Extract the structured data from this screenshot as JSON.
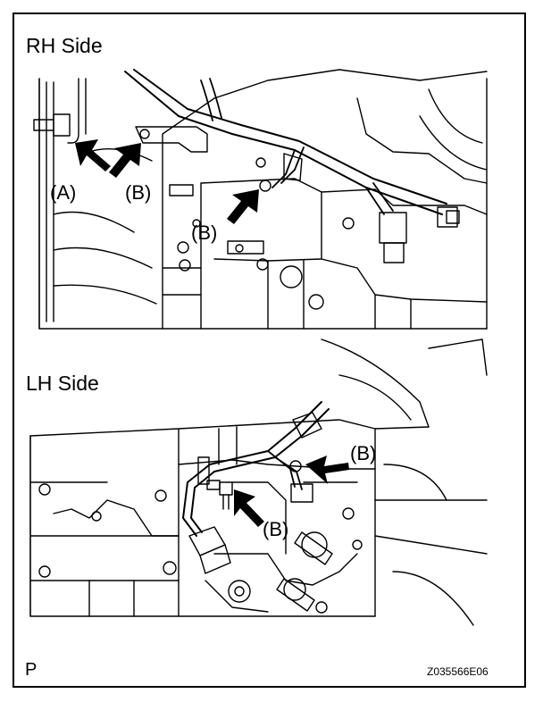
{
  "figure": {
    "rh_title": "RH Side",
    "lh_title": "LH Side",
    "callouts": {
      "rh_a": "(A)",
      "rh_b1": "(B)",
      "rh_b2": "(B)",
      "lh_b1": "(B)",
      "lh_b2": "(B)"
    },
    "corner_mark": "P",
    "figure_code": "Z035566E06"
  },
  "colors": {
    "line": "#000000",
    "background": "#ffffff",
    "arrow": "#000000"
  }
}
